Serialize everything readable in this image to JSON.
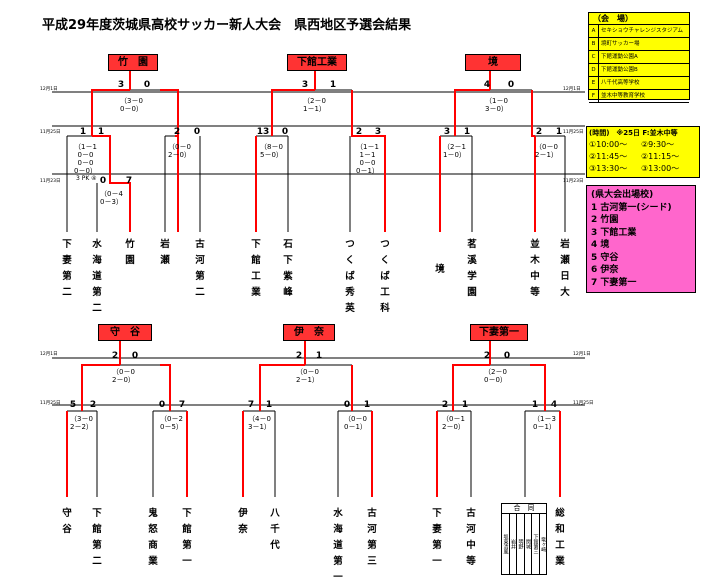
{
  "title": "平成29年度茨城県高校サッカー新人大会　県西地区予選会結果",
  "colors": {
    "win": "#ff0000",
    "lose": "#000000",
    "label_bg": "#ff3333",
    "venue_bg": "#ffff00",
    "pass_bg": "#ff66cc"
  },
  "venue_box": {
    "header": "（会　場）",
    "rows": [
      {
        "key": "A",
        "name": "セキショウチャレンジスタジアム"
      },
      {
        "key": "B",
        "name": "境町サッカー場"
      },
      {
        "key": "C",
        "name": "下館運動公園A"
      },
      {
        "key": "D",
        "name": "下館運動公園B"
      },
      {
        "key": "E",
        "name": "八千代高等学校"
      },
      {
        "key": "F",
        "name": "並木中等教育学校"
      }
    ]
  },
  "time_box": {
    "header": "(時間)　※25日 F:並木中等",
    "rows": [
      "①10:00～",
      "②9:30～",
      "②11:45～",
      "②11:15～",
      "③13:30～",
      "③13:00～"
    ]
  },
  "pass_box": {
    "header": "(県大会出場校)",
    "rows": [
      "1 古河第一(シード)",
      "2 竹園",
      "3 下館工業",
      "4 境",
      "5 守谷",
      "6 伊奈",
      "7 下妻第一"
    ]
  },
  "dates": {
    "d1": "12月1日",
    "d2": "11月25日",
    "d3": "11月23日"
  },
  "blocks": {
    "b1": {
      "winner": "竹　園",
      "final": [
        "3",
        "0"
      ],
      "final_detail": "（3－0\n0－0）",
      "semi_l": [
        "1",
        "1"
      ],
      "semi_l_detail": "（1－1\n0－0\n0－0\n0－0）",
      "pk": "3 PK ④",
      "semi_r": [
        "2",
        "0"
      ],
      "semi_r_detail": "（0－0\n2－0）",
      "first": [
        "0",
        "7"
      ],
      "first_detail": "（0－4\n0－3）",
      "teams": [
        "下妻第二",
        "水海道第二",
        "竹園",
        "岩瀬",
        "古河第二"
      ]
    },
    "b2": {
      "winner": "下館工業",
      "final": [
        "3",
        "1"
      ],
      "final_detail": "（2－0\n1－1）",
      "semi_l": [
        "13",
        "0"
      ],
      "semi_l_detail": "（8－0\n5－0）",
      "semi_r": [
        "2",
        "3"
      ],
      "semi_r_detail": "（1－1\n1－1\n0－0\n0－1）",
      "teams": [
        "下館工業",
        "石下紫峰",
        "つくば秀英",
        "つくば工科"
      ]
    },
    "b3": {
      "winner": "境",
      "final": [
        "4",
        "0"
      ],
      "final_detail": "（1－0\n3－0）",
      "semi_l": [
        "3",
        "1"
      ],
      "semi_l_detail": "（2－1\n1－0）",
      "semi_r": [
        "2",
        "1"
      ],
      "semi_r_detail": "（0－0\n2－1）",
      "teams": [
        "境",
        "茗溪学園",
        "並木中等",
        "岩瀬日大"
      ]
    },
    "b4": {
      "winner": "守　谷",
      "final": [
        "2",
        "0"
      ],
      "final_detail": "（0－0\n2－0）",
      "semi_l": [
        "5",
        "2"
      ],
      "semi_l_detail": "（3－0\n2－2）",
      "semi_r": [
        "0",
        "7"
      ],
      "semi_r_detail": "（0－2\n0－5）",
      "teams": [
        "守谷",
        "下館第二",
        "鬼怒商業",
        "下館第一"
      ]
    },
    "b5": {
      "winner": "伊　奈",
      "final": [
        "2",
        "1"
      ],
      "final_detail": "（0－0\n2－1）",
      "semi_l": [
        "7",
        "1"
      ],
      "semi_l_detail": "（4－0\n3－1）",
      "semi_r": [
        "0",
        "1"
      ],
      "semi_r_detail": "（0－0\n0－1）",
      "teams": [
        "伊奈",
        "八千代",
        "水海道第一",
        "古河第三"
      ]
    },
    "b6": {
      "winner": "下妻第一",
      "final": [
        "2",
        "0"
      ],
      "final_detail": "（2－0\n0－0）",
      "semi_l": [
        "2",
        "1"
      ],
      "semi_l_detail": "（0－1\n2－0）",
      "semi_r": [
        "1",
        "4"
      ],
      "semi_r_detail": "（1－3\n0－1）",
      "teams": [
        "下妻第一",
        "古河中等",
        "合同",
        "総和工業"
      ],
      "joint": {
        "label": "合　同",
        "cols": [
          "坂東清風",
          "岩井",
          "明野",
          "関城",
          "下館第三",
          "竜ヶ崎"
        ]
      }
    }
  }
}
